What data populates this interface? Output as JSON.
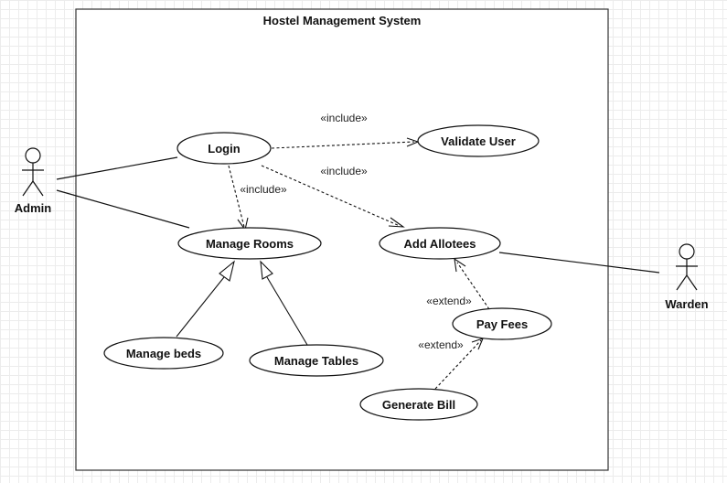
{
  "system": {
    "title": "Hostel Management System"
  },
  "actors": {
    "admin": "Admin",
    "warden": "Warden"
  },
  "use_cases": {
    "login": "Login",
    "validate_user": "Validate User",
    "manage_rooms": "Manage Rooms",
    "add_allotees": "Add Allotees",
    "manage_beds": "Manage beds",
    "manage_tables": "Manage Tables",
    "pay_fees": "Pay Fees",
    "generate_bill": "Generate Bill"
  },
  "relationships": {
    "login_validate": "«include»",
    "login_add_allotees": "«include»",
    "login_manage_rooms": "«include»",
    "payfees_add_allotees": "«extend»",
    "generatebill_payfees": "«extend»"
  }
}
